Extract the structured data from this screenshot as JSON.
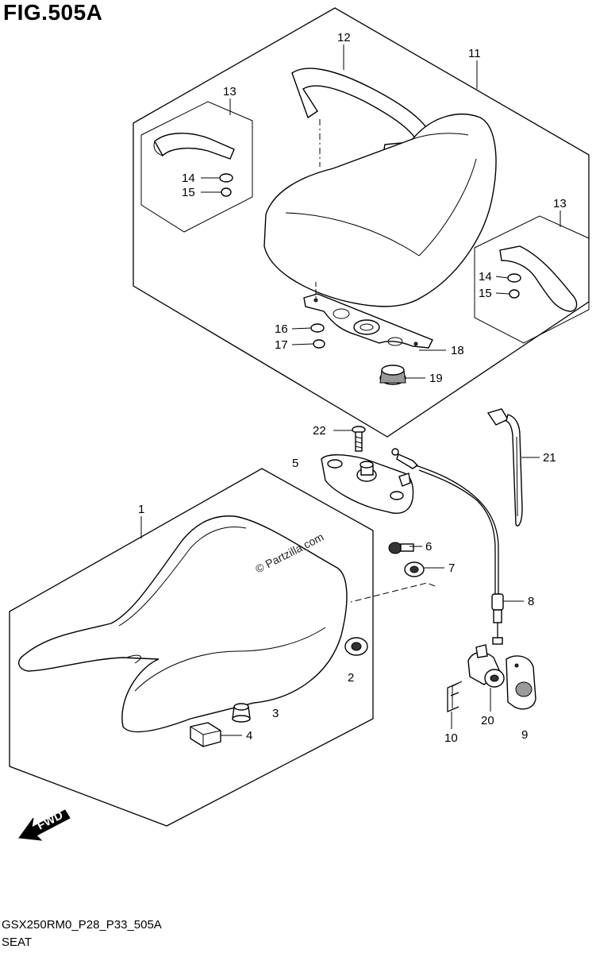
{
  "figure": {
    "title": "FIG.505A",
    "code": "GSX250RM0_P28_P33_505A",
    "name": "SEAT"
  },
  "watermark": "© Partzilla.com",
  "fwd_label": "FWD",
  "callouts": {
    "c1": "1",
    "c2": "2",
    "c3": "3",
    "c4": "4",
    "c5": "5",
    "c6": "6",
    "c7": "7",
    "c8": "8",
    "c9": "9",
    "c10": "10",
    "c11": "11",
    "c12": "12",
    "c13a": "13",
    "c13b": "13",
    "c14a": "14",
    "c14b": "14",
    "c15a": "15",
    "c15b": "15",
    "c16": "16",
    "c17": "17",
    "c18": "18",
    "c19": "19",
    "c20": "20",
    "c21": "21",
    "c22": "22"
  }
}
